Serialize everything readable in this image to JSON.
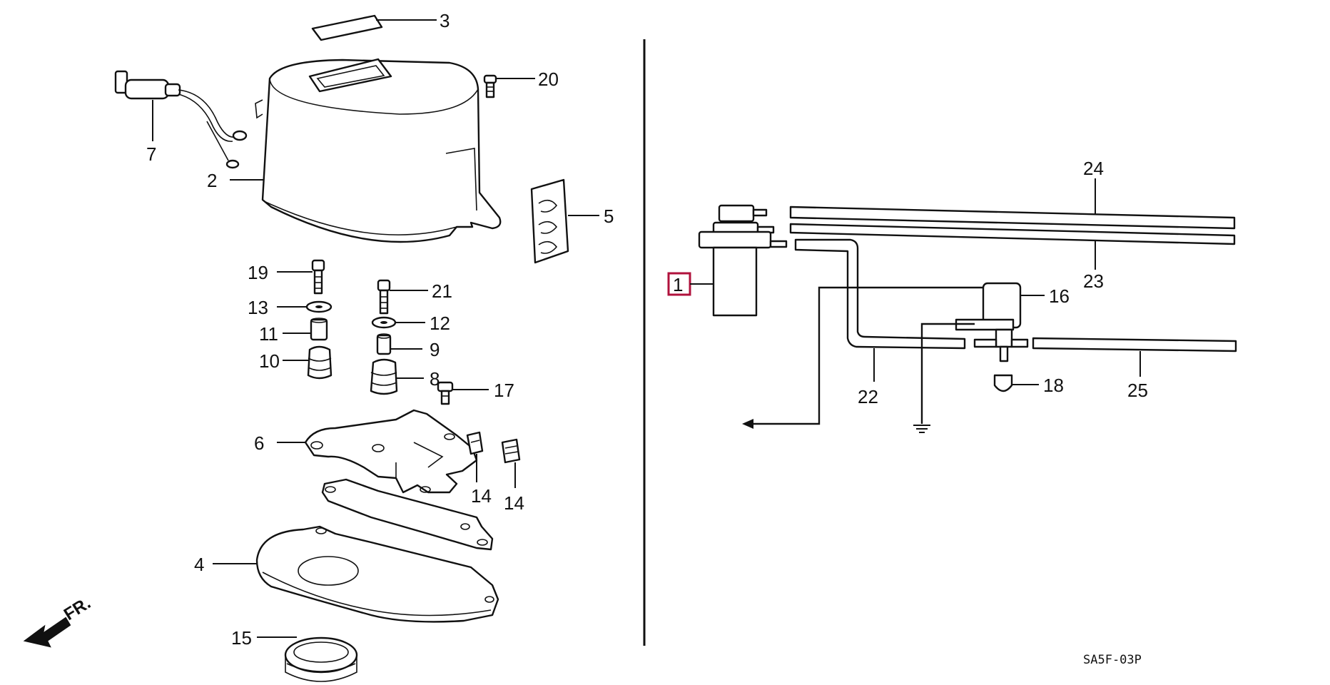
{
  "diagram": {
    "callouts": {
      "c1": "1",
      "c2": "2",
      "c3": "3",
      "c4": "4",
      "c5": "5",
      "c6": "6",
      "c7": "7",
      "c8": "8",
      "c9": "9",
      "c10": "10",
      "c11": "11",
      "c12": "12",
      "c13": "13",
      "c14a": "14",
      "c14b": "14",
      "c15": "15",
      "c16": "16",
      "c17": "17",
      "c18": "18",
      "c19": "19",
      "c20": "20",
      "c21": "21",
      "c22": "22",
      "c23": "23",
      "c24": "24",
      "c25": "25"
    },
    "front_arrow_label": "FR.",
    "diagram_code": "SA5F-03P",
    "highlight_color": "#b0123c"
  }
}
